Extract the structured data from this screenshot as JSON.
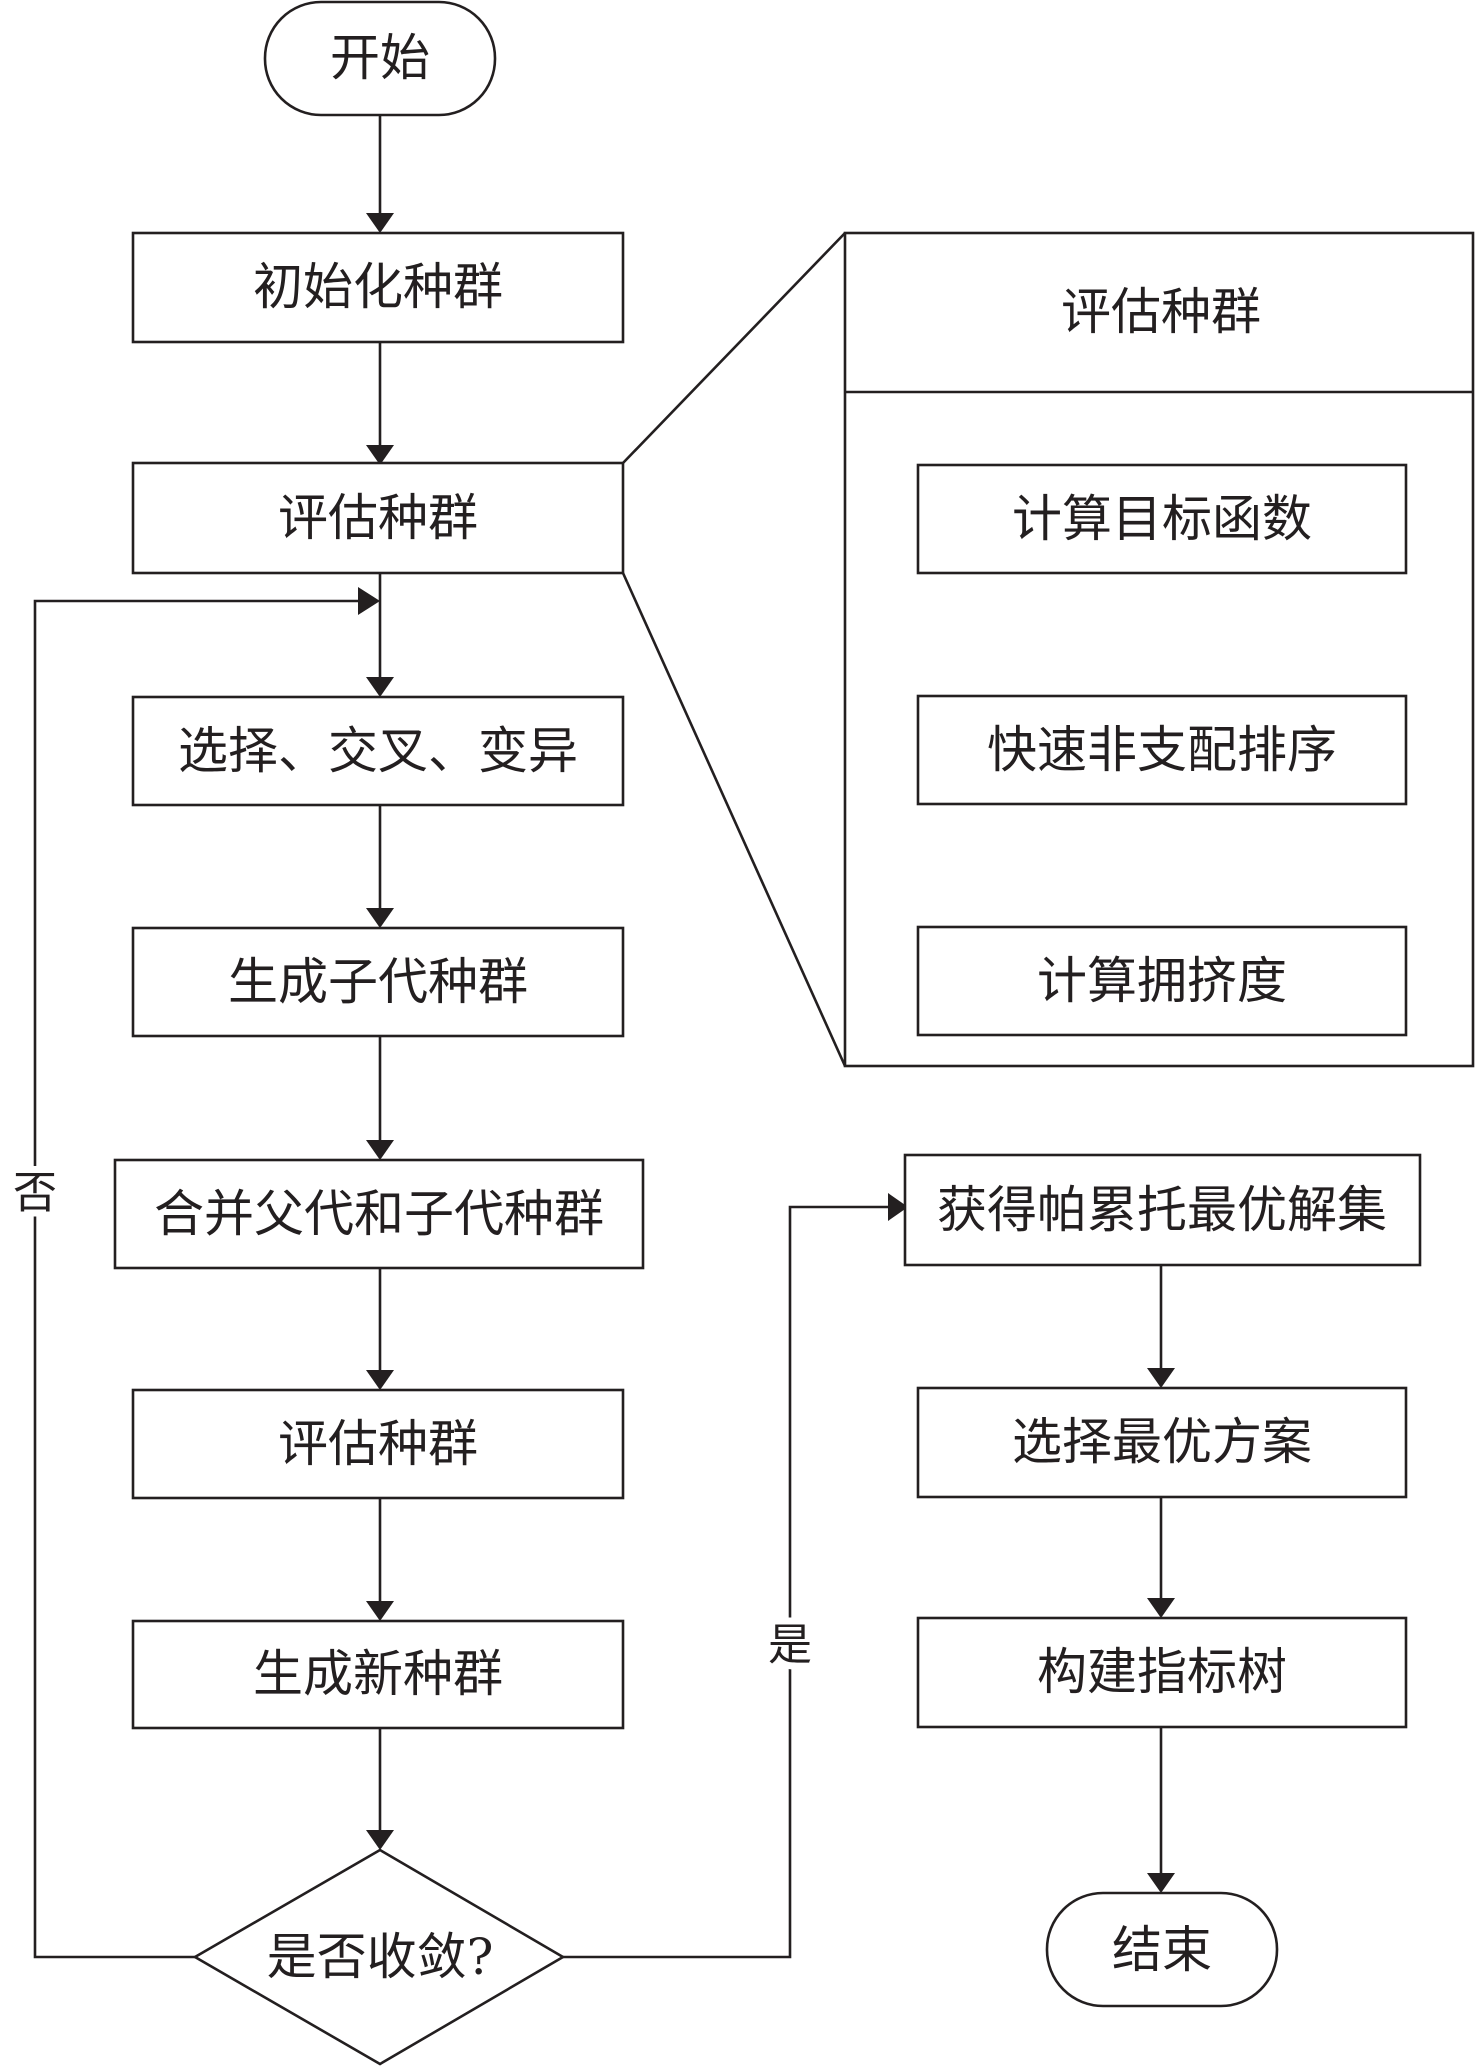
{
  "main_flow": {
    "start": "开始",
    "init": "初始化种群",
    "evaluate_1": "评估种群",
    "operators": "选择、交叉、变异",
    "offspring": "生成子代种群",
    "merge": "合并父代和子代种群",
    "evaluate_2": "评估种群",
    "new_population": "生成新种群",
    "decision": "是否收敛?"
  },
  "branches": {
    "no": "否",
    "yes": "是"
  },
  "detail_panel": {
    "title": "评估种群",
    "steps": [
      "计算目标函数",
      "快速非支配排序",
      "计算拥挤度"
    ]
  },
  "result_flow": {
    "pareto": "获得帕累托最优解集",
    "select_best": "选择最优方案",
    "build_tree": "构建指标树",
    "end": "结束"
  }
}
